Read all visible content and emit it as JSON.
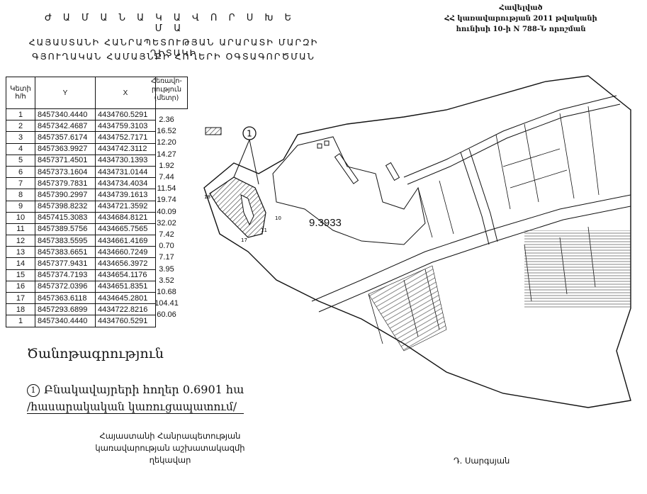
{
  "header": {
    "title": "Ժ Ա Մ Ա Ն Ա Կ Ա Վ Ո Ր Ս Խ Ե Մ Ա",
    "subtitle_line1": "ՀԱՅԱՍՏԱՆԻ ՀԱՆՐԱՊԵՏՈՒԹՅԱՆ ԱՐԱՐԱՏԻ ՄԱՐԶԻ ԴԻՏԱԿԻ",
    "subtitle_line2": "ԳՅՈՒՂԱԿԱՆ ՀԱՄԱՅՆՔԻ ՀՈՂԵՐԻ ՕԳՏԱԳՈՐԾՄԱՆ"
  },
  "appendix": {
    "line1": "Հավելված",
    "line2": "ՀՀ կառավարության 2011 թվականի",
    "line3": "հունիսի 10-ի N 788-Ն որոշման"
  },
  "table": {
    "headers": {
      "point": "Կետի հ/հ",
      "y": "Y",
      "x": "X",
      "distance": "Հեռավո-րություն (մետր)"
    },
    "rows": [
      {
        "n": "1",
        "y": "8457340.4440",
        "x": "4434760.5291"
      },
      {
        "n": "2",
        "y": "8457342.4687",
        "x": "4434759.3103"
      },
      {
        "n": "3",
        "y": "8457357.6174",
        "x": "4434752.7171"
      },
      {
        "n": "4",
        "y": "8457363.9927",
        "x": "4434742.3112"
      },
      {
        "n": "5",
        "y": "8457371.4501",
        "x": "4434730.1393"
      },
      {
        "n": "6",
        "y": "8457373.1604",
        "x": "4434731.0144"
      },
      {
        "n": "7",
        "y": "8457379.7831",
        "x": "4434734.4034"
      },
      {
        "n": "8",
        "y": "8457390.2997",
        "x": "4434739.1613"
      },
      {
        "n": "9",
        "y": "8457398.8232",
        "x": "4434721.3592"
      },
      {
        "n": "10",
        "y": "8457415.3083",
        "x": "4434684.8121"
      },
      {
        "n": "11",
        "y": "8457389.5756",
        "x": "4434665.7565"
      },
      {
        "n": "12",
        "y": "8457383.5595",
        "x": "4434661.4169"
      },
      {
        "n": "13",
        "y": "8457383.6651",
        "x": "4434660.7249"
      },
      {
        "n": "14",
        "y": "8457377.9431",
        "x": "4434656.3972"
      },
      {
        "n": "15",
        "y": "8457374.7193",
        "x": "4434654.1176"
      },
      {
        "n": "16",
        "y": "8457372.0396",
        "x": "4434651.8351"
      },
      {
        "n": "17",
        "y": "8457363.6118",
        "x": "4434645.2801"
      },
      {
        "n": "18",
        "y": "8457293.6899",
        "x": "4434722.8216"
      },
      {
        "n": "1",
        "y": "8457340.4440",
        "x": "4434760.5291"
      }
    ],
    "distances": [
      "2.36",
      "16.52",
      "12.20",
      "14.27",
      "1.92",
      "7.44",
      "11.54",
      "19.74",
      "40.09",
      "32.02",
      "7.42",
      "0.70",
      "7.17",
      "3.95",
      "3.52",
      "10.68",
      "104.41",
      "60.06"
    ]
  },
  "map": {
    "parcel_area": "9.3933",
    "callout_number": "1",
    "point_labels": [
      "18",
      "10",
      "11",
      "17"
    ]
  },
  "legend": {
    "title": "Ծանոթագրություն",
    "item_number": "1",
    "item_text": "Բնակավայրերի հողեր  0.6901 հա",
    "item_subtext": "/հասարակական կառուցապատում/"
  },
  "signature": {
    "line1": "Հայաստանի Հանրապետության",
    "line2": "կառավարության աշխատակազմի",
    "line3": "ղեկավար",
    "name": "Դ. Սարգսյան"
  }
}
